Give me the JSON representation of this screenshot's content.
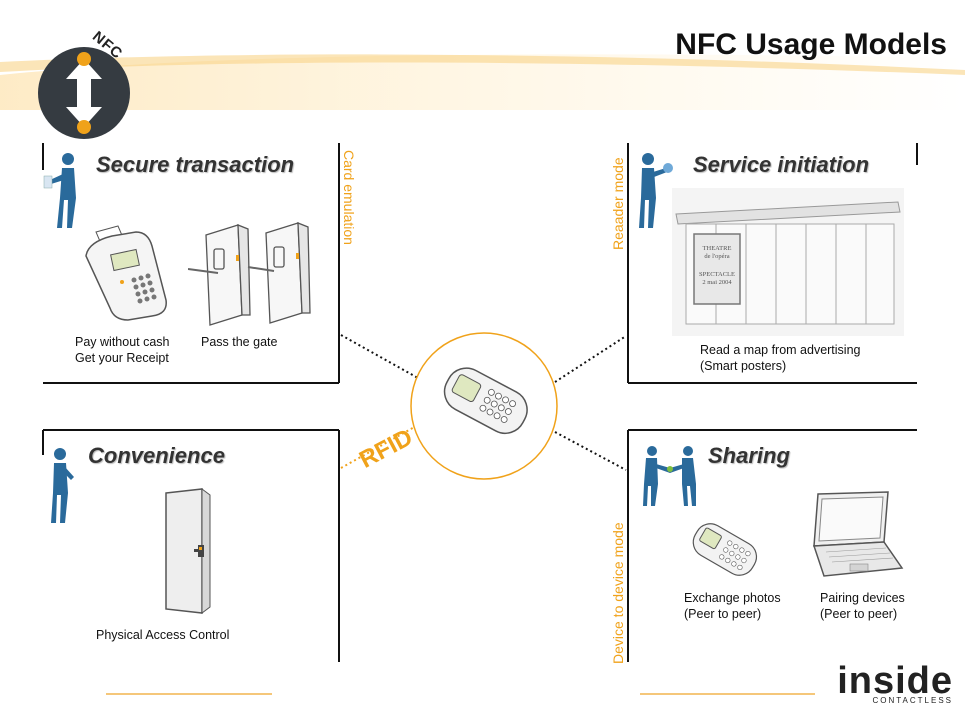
{
  "header": {
    "title": "NFC Usage Models",
    "badge_text": "NFC"
  },
  "quadrants": {
    "secure_transaction": {
      "heading": "Secure transaction",
      "mode_label": "Card emulation",
      "captions": [
        "Pay without cash",
        "Get your Receipt",
        "Pass the gate"
      ]
    },
    "service_initiation": {
      "heading": "Service initiation",
      "mode_label": "Reaader mode",
      "captions": [
        "Read a map from advertising",
        "(Smart posters)"
      ],
      "poster_text": [
        "THEATRE",
        "de l'opéra",
        "SPECTACLE",
        "2 mai 2004"
      ]
    },
    "convenience": {
      "heading": "Convenience",
      "captions": [
        "Physical Access Control"
      ]
    },
    "sharing": {
      "heading": "Sharing",
      "mode_label": "Device to device mode",
      "captions": [
        "Exchange photos",
        "(Peer to peer)",
        "Pairing devices",
        "(Peer to peer)"
      ]
    }
  },
  "center": {
    "label": "RFID"
  },
  "brand": {
    "name": "inside",
    "tagline": "CONTACTLESS"
  },
  "colors": {
    "accent": "#f0a21a",
    "badge": "#353b41",
    "figure": "#2a6a9b"
  },
  "icons": [
    "person-icon",
    "payment-terminal-icon",
    "turnstile-gate-icon",
    "bus-shelter-icon",
    "door-icon",
    "handshake-icon",
    "mobile-phone-icon",
    "laptop-icon",
    "arrow-updown-icon"
  ]
}
